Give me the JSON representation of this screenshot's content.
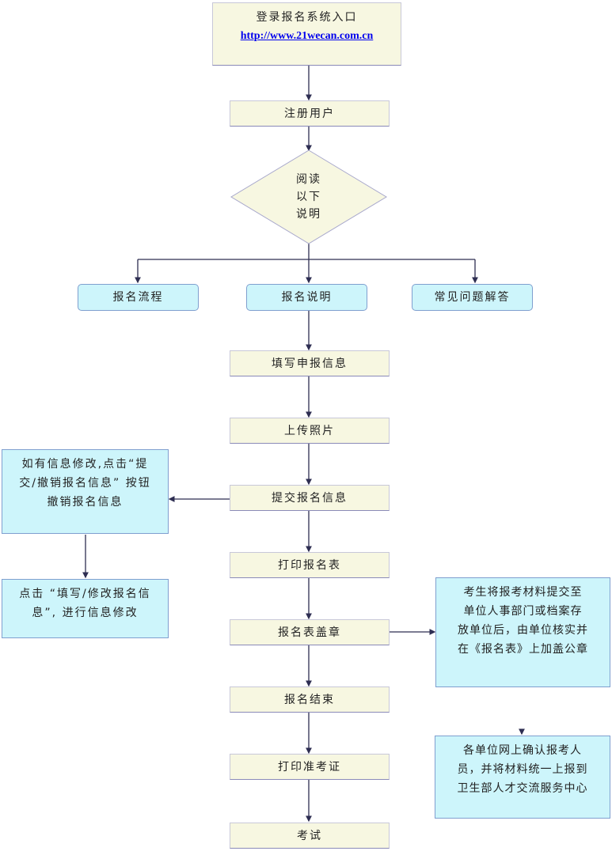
{
  "entry": {
    "title": "登录报名系统入口",
    "url": "http://www.21wecan.com.cn"
  },
  "steps": {
    "register": "注册用户",
    "decision_lines": [
      "阅读",
      "以下",
      "说明"
    ],
    "branch_process": "报名流程",
    "branch_instructions": "报名说明",
    "branch_faq": "常见问题解答",
    "fill_info": "填写申报信息",
    "upload_photo": "上传照片",
    "submit_info": "提交报名信息",
    "print_form": "打印报名表",
    "stamp_form": "报名表盖章",
    "finish": "报名结束",
    "print_admission": "打印准考证",
    "exam": "考试"
  },
  "notes": {
    "modify_lines": [
      "如有信息修改,点击“提",
      "交/撤销报名信息” 按钮",
      "撤销报名信息"
    ],
    "edit_lines": [
      "点击 “填写/修改报名信",
      "息”, 进行信息修改"
    ],
    "stamp_lines": [
      "考生将报考材料提交至",
      "单位人事部门或档案存",
      "放单位后，由单位核实并",
      "在《报名表》上加盖公章"
    ],
    "confirm_lines": [
      "各单位网上确认报考人",
      "员，并将材料统一上报到",
      "卫生部人才交流服务中心"
    ]
  },
  "colors": {
    "step_fill": "#f7f7e1",
    "note_fill": "#cdf5fb",
    "connector": "#2e2e52",
    "link": "#0000ee"
  }
}
